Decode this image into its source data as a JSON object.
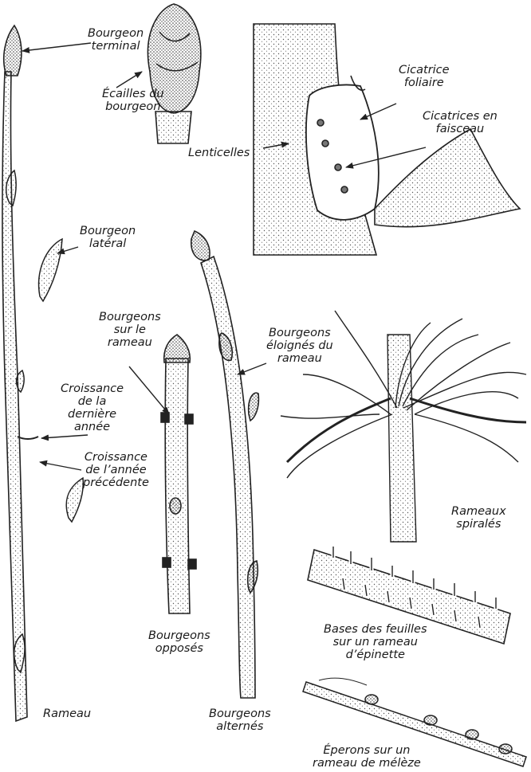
{
  "labels": {
    "bourgeon_terminal": [
      "Bourgeon",
      "terminal"
    ],
    "ecailles": [
      "Écailles du",
      "bourgeon"
    ],
    "cicatrice_foliaire": [
      "Cicatrice",
      "foliaire"
    ],
    "cicatrices_faisceau": [
      "Cicatrices en",
      "faisceau"
    ],
    "lenticelles": [
      "Lenticelles"
    ],
    "bourgeon_lateral": [
      "Bourgeon",
      "latéral"
    ],
    "bourgeons_sur": [
      "Bourgeons",
      "sur le",
      "rameau"
    ],
    "bourgeons_eloignes": [
      "Bourgeons",
      "éloignés du",
      "rameau"
    ],
    "croissance_derniere": [
      "Croissance",
      "de la",
      "dernière",
      "année"
    ],
    "croissance_precedente": [
      "Croissance",
      "de l’année",
      "précédente"
    ],
    "rameaux_spirales": [
      "Rameaux",
      "spiralés"
    ],
    "bourgeons_opposes": [
      "Bourgeons",
      "opposés"
    ],
    "bases_feuilles": [
      "Bases des feuilles",
      "sur un rameau",
      "d’épinette"
    ],
    "rameau": [
      "Rameau"
    ],
    "bourgeons_alternes": [
      "Bourgeons",
      "alternés"
    ],
    "eperons": [
      "Éperons sur un",
      "rameau de mélèze"
    ]
  }
}
